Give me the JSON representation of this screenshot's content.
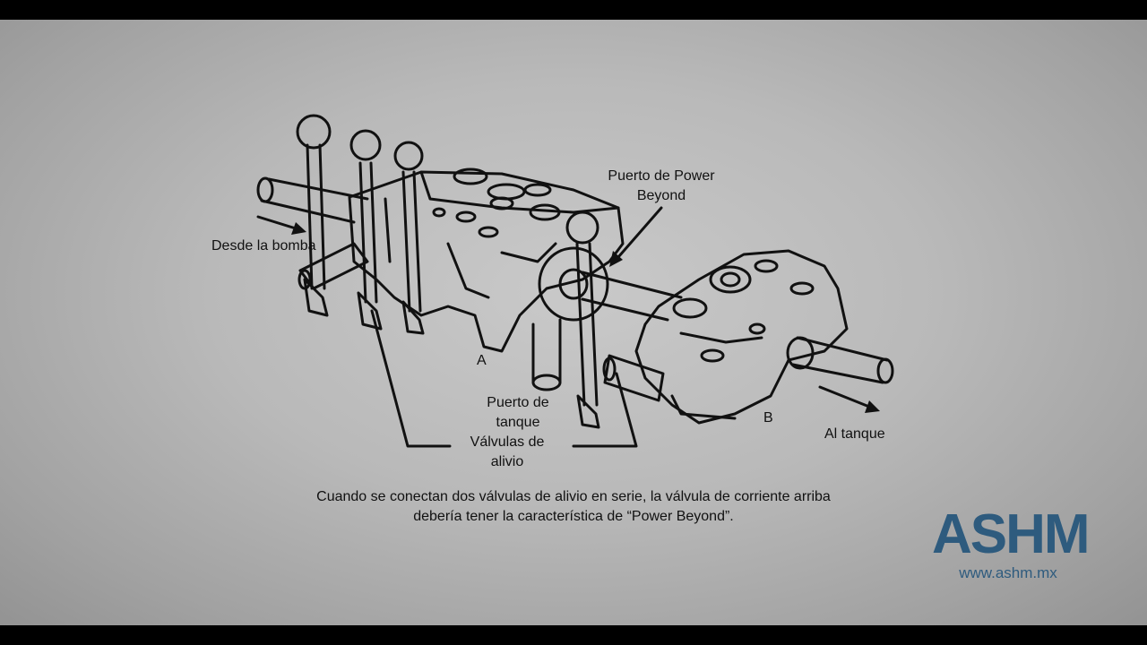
{
  "labels": {
    "desde_bomba": "Desde la bomba",
    "power_beyond": [
      "Puerto de Power",
      "Beyond"
    ],
    "port_a": "A",
    "port_b": "B",
    "puerto_tanque": [
      "Puerto de",
      "tanque"
    ],
    "valvulas_alivio": [
      "Válvulas de",
      "alivio"
    ],
    "al_tanque": "Al tanque"
  },
  "caption": {
    "line1": "Cuando se conectan dos válvulas de alivio en serie, la válvula de corriente arriba",
    "line2": "debería tener la característica de “Power Beyond”."
  },
  "logo": {
    "text": "ASHM",
    "url": "www.ashm.mx",
    "color": "#2e5b7e"
  }
}
